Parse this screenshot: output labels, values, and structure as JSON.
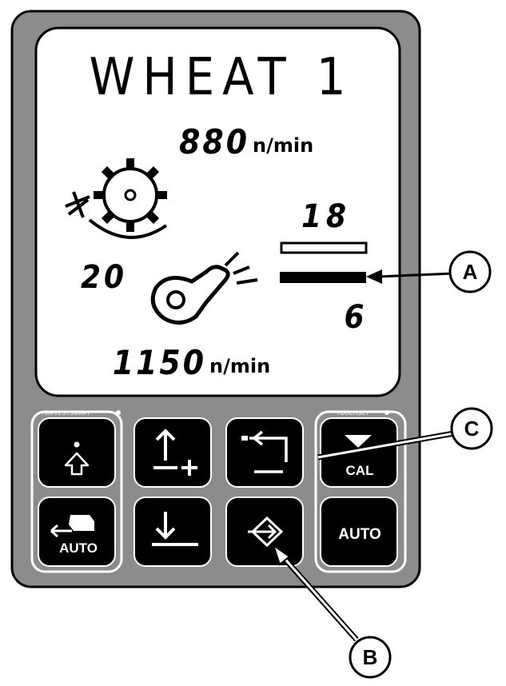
{
  "display": {
    "crop_name": "WHEAT 1",
    "rotor_speed_value": "880",
    "rotor_speed_unit": "n/min",
    "concave_value": "20",
    "sieve_upper_value": "18",
    "sieve_lower_value": "6",
    "fan_speed_value": "1150",
    "fan_speed_unit": "n/min"
  },
  "panel": {
    "harvestsmart_label": "HARVESTSMART",
    "touchset_label": "TOUCHSET",
    "colors": {
      "housing": "#8c8c8c",
      "screen": "#ffffff",
      "key": "#000000",
      "callout": "#ffffff"
    }
  },
  "keys": {
    "harvestsmart_key_icon": "shift-arrow-dot-icon",
    "harvestsmart_auto_label": "AUTO",
    "increase_key_icon": "arrow-up-plus-icon",
    "decrease_key_icon": "arrow-down-minus-icon",
    "return_key_icon": "return-arrow-icon",
    "enter_key_icon": "enter-diamond-icon",
    "cal_label": "CAL",
    "auto_label": "AUTO"
  },
  "callouts": {
    "a": "A",
    "b": "B",
    "c": "C"
  }
}
